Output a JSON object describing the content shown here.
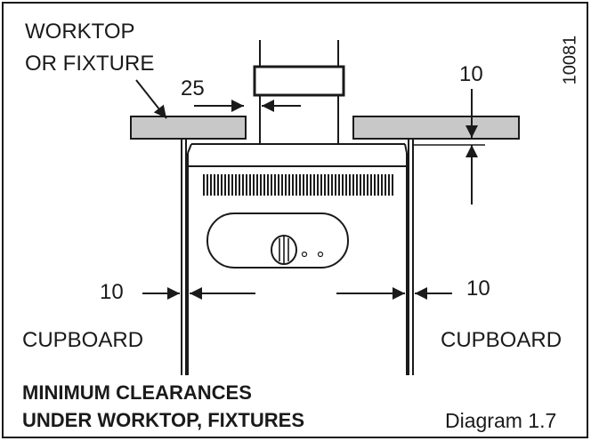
{
  "labels": {
    "worktop_line1": "WORKTOP",
    "worktop_line2": "OR FIXTURE",
    "dim_25": "25",
    "dim_10_top": "10",
    "dim_10_left": "10",
    "dim_10_right": "10",
    "cupboard_left": "CUPBOARD",
    "cupboard_right": "CUPBOARD",
    "ref_number": "10081",
    "title_line1": "MINIMUM CLEARANCES",
    "title_line2": "UNDER WORKTOP, FIXTURES",
    "diagram_number": "Diagram 1.7"
  },
  "colors": {
    "line": "#1a1a1a",
    "worktop_fill": "#c8c8c8",
    "background": "#ffffff"
  }
}
